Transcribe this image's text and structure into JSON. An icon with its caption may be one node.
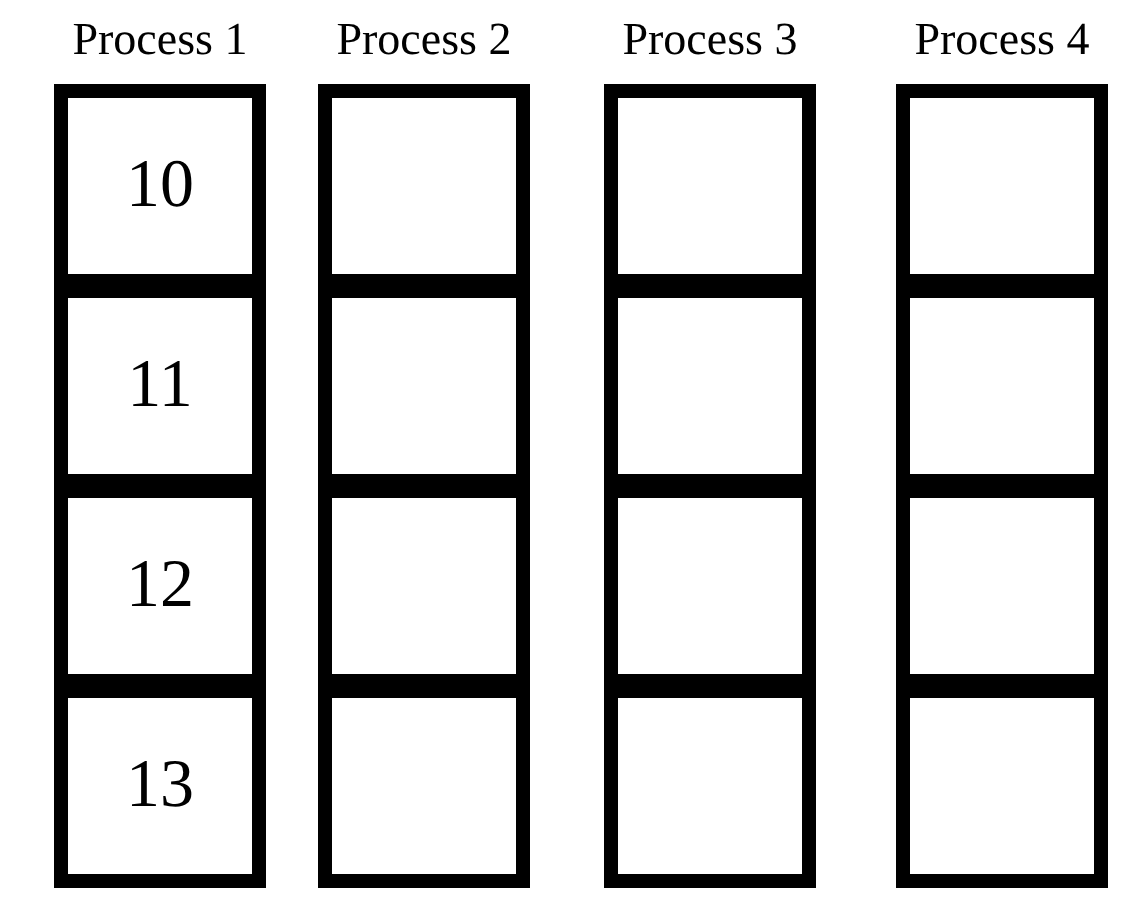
{
  "diagram": {
    "nodes": [
      {
        "text": [
          "Process 1"
        ]
      },
      {
        "text": [
          "10"
        ],
        "in": 0
      },
      {
        "text": [
          "11"
        ],
        "in": 0
      },
      {
        "text": [
          "12"
        ],
        "in": 0
      },
      {
        "text": [
          "13"
        ],
        "in": 0
      },
      {
        "text": [
          "Process 2"
        ]
      },
      {
        "text": [],
        "shape": "box",
        "in": 5
      },
      {
        "text": [],
        "shape": "box",
        "in": 5
      },
      {
        "text": [],
        "shape": "box",
        "in": 5
      },
      {
        "text": [],
        "shape": "box",
        "in": 5
      },
      {
        "text": [
          "Process 3"
        ]
      },
      {
        "text": [],
        "shape": "box",
        "in": 10
      },
      {
        "text": [],
        "shape": "box",
        "in": 10
      },
      {
        "text": [],
        "shape": "box",
        "in": 10
      },
      {
        "text": [],
        "shape": "box",
        "in": 10
      },
      {
        "text": [
          "Process 4"
        ]
      },
      {
        "text": [],
        "shape": "box",
        "in": 15
      },
      {
        "text": [],
        "shape": "box",
        "in": 15
      },
      {
        "text": [],
        "shape": "box",
        "in": 15
      },
      {
        "text": [],
        "shape": "box",
        "in": 15
      }
    ]
  }
}
